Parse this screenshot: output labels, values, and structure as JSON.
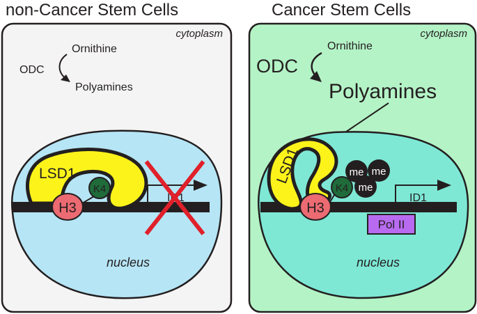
{
  "left_panel": {
    "title": "non-Cancer Stem Cells",
    "cytoplasm_label": "cytoplasm",
    "ornithine": "Ornithine",
    "odc": "ODC",
    "polyamines": "Polyamines",
    "lsd1": "LSD1",
    "k4": "K4",
    "h3": "H3",
    "nucleus_label": "nucleus",
    "gene": "ID1",
    "background": "#f5f4f4",
    "nucleus_color": "#b6e5f5"
  },
  "right_panel": {
    "title": "Cancer Stem Cells",
    "cytoplasm_label": "cytoplasm",
    "ornithine": "Ornithine",
    "odc": "ODC",
    "polyamines": "Polyamines",
    "lsd1": "LSD1",
    "k4": "K4",
    "me1": "me",
    "me2": "me",
    "me3": "me",
    "h3": "H3",
    "nucleus_label": "nucleus",
    "gene": "ID1",
    "pol": "Pol II",
    "background": "#b4f3c6",
    "nucleus_color": "#7ee8d5"
  },
  "colors": {
    "lsd1": "#fcf31a",
    "k4": "#1f6b3a",
    "h3": "#ec6b72",
    "me": "#231f20",
    "pol": "#b86bf0",
    "cross": "#e0202a",
    "dna": "#231f20"
  }
}
